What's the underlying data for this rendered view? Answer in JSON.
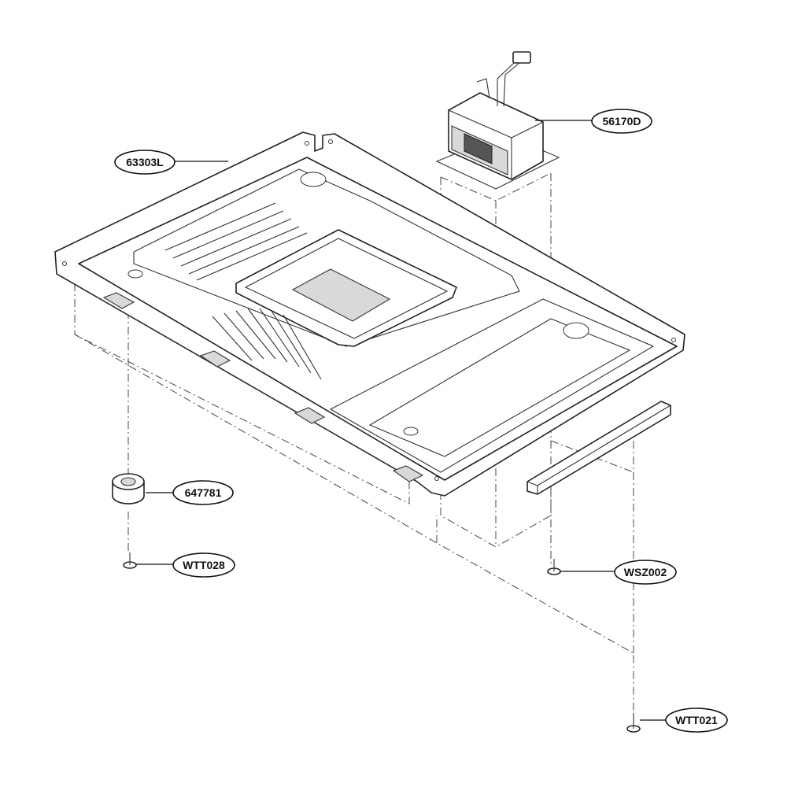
{
  "callouts": [
    {
      "id": "63303L",
      "text": "63303L"
    },
    {
      "id": "56170D",
      "text": "56170D"
    },
    {
      "id": "647781",
      "text": "647781"
    },
    {
      "id": "WTT028",
      "text": "WTT028"
    },
    {
      "id": "WSZ002",
      "text": "WSZ002"
    },
    {
      "id": "WTT021",
      "text": "WTT021"
    }
  ]
}
